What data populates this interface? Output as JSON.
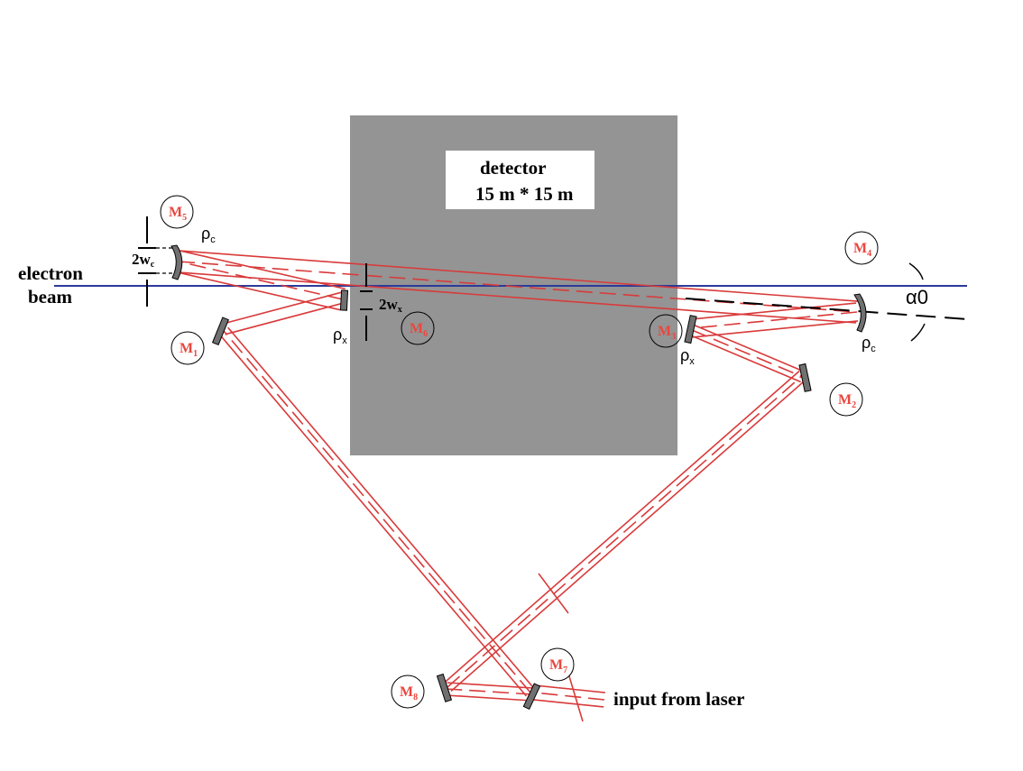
{
  "colors": {
    "beam": "#d93a3a",
    "electron_beam": "#2c3a9a",
    "detector": "#949494",
    "mirror": "#707070",
    "label_red": "#e8473f"
  },
  "detector": {
    "line1": "detector",
    "line2": "15 m * 15 m"
  },
  "electron_beam": {
    "line1": "electron",
    "line2": "beam"
  },
  "mirrors": {
    "m1": {
      "main": "M",
      "sub": "1"
    },
    "m2": {
      "main": "M",
      "sub": "2"
    },
    "m3": {
      "main": "M",
      "sub": "3"
    },
    "m4": {
      "main": "M",
      "sub": "4"
    },
    "m5": {
      "main": "M",
      "sub": "5"
    },
    "m6": {
      "main": "M",
      "sub": "6"
    },
    "m7": {
      "main": "M",
      "sub": "7"
    },
    "m8": {
      "main": "M",
      "sub": "8"
    }
  },
  "annotations": {
    "rho": "ρ",
    "rho_c_sub": "c",
    "rho_x_sub": "x",
    "two_wc_main": "2w",
    "two_wc_sub": "c",
    "two_wx_main": "2w",
    "two_wx_sub": "x",
    "alpha": "α0",
    "input": "input from laser"
  }
}
